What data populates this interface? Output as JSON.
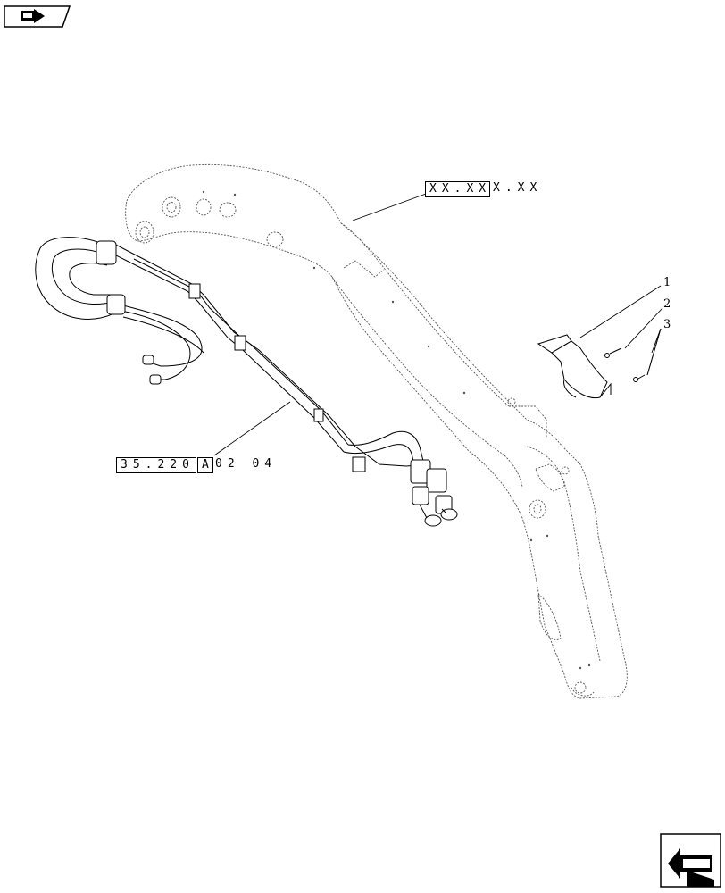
{
  "references": {
    "boom_ref_boxed": "XX.XX",
    "boom_ref_tail": "X.XX",
    "pipe_ref_boxed_part1": "35.220",
    "pipe_ref_boxed_part2": "A",
    "pipe_ref_tail": "02 04"
  },
  "callouts": [
    "1",
    "2",
    "3"
  ],
  "icons": {
    "top_left": "nav-forward-icon",
    "bottom_right": "nav-return-icon"
  }
}
